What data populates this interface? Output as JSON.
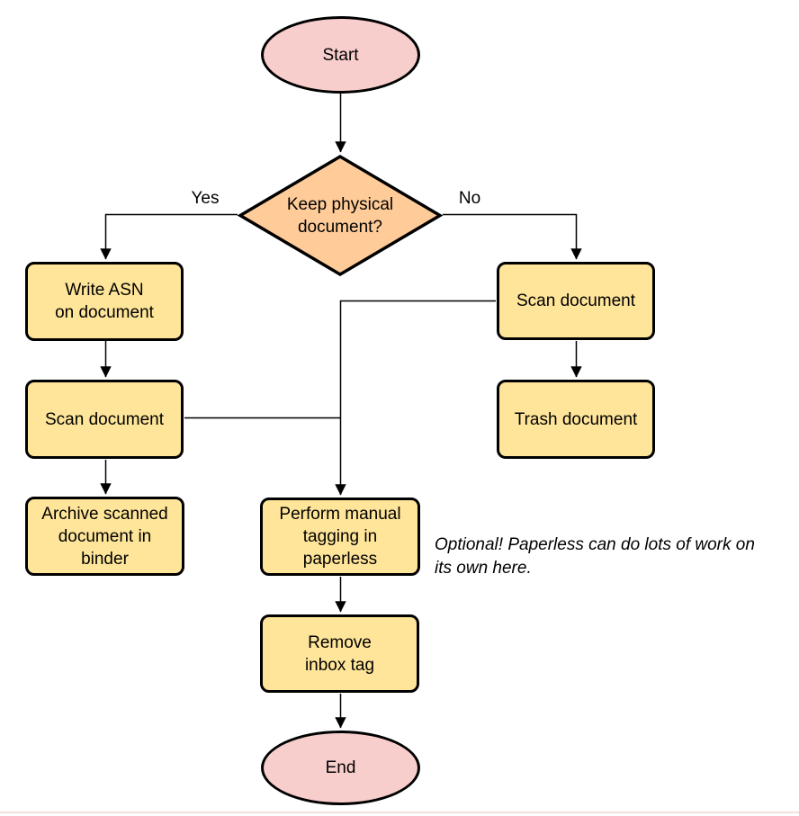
{
  "colors": {
    "terminal_fill": "#f8cecc",
    "decision_fill": "#ffcc99",
    "process_fill": "#ffe599",
    "stroke": "#000000",
    "background": "#ffffff"
  },
  "flowchart": {
    "nodes": {
      "start": {
        "label": "Start",
        "type": "terminal"
      },
      "keep_physical": {
        "label": "Keep physical\ndocument?",
        "type": "decision"
      },
      "write_asn": {
        "label": "Write ASN\non document",
        "type": "process"
      },
      "scan_document_left": {
        "label": "Scan document",
        "type": "process"
      },
      "archive_scanned": {
        "label": "Archive scanned\ndocument in\nbinder",
        "type": "process"
      },
      "scan_document_right": {
        "label": "Scan document",
        "type": "process"
      },
      "trash_document": {
        "label": "Trash document",
        "type": "process"
      },
      "perform_tagging": {
        "label": "Perform manual\ntagging in\npaperless",
        "type": "process"
      },
      "remove_inbox_tag": {
        "label": "Remove\ninbox tag",
        "type": "process"
      },
      "end": {
        "label": "End",
        "type": "terminal"
      }
    },
    "edge_labels": {
      "yes": "Yes",
      "no": "No"
    },
    "annotation": "Optional! Paperless can do lots of work on\nits own here."
  }
}
